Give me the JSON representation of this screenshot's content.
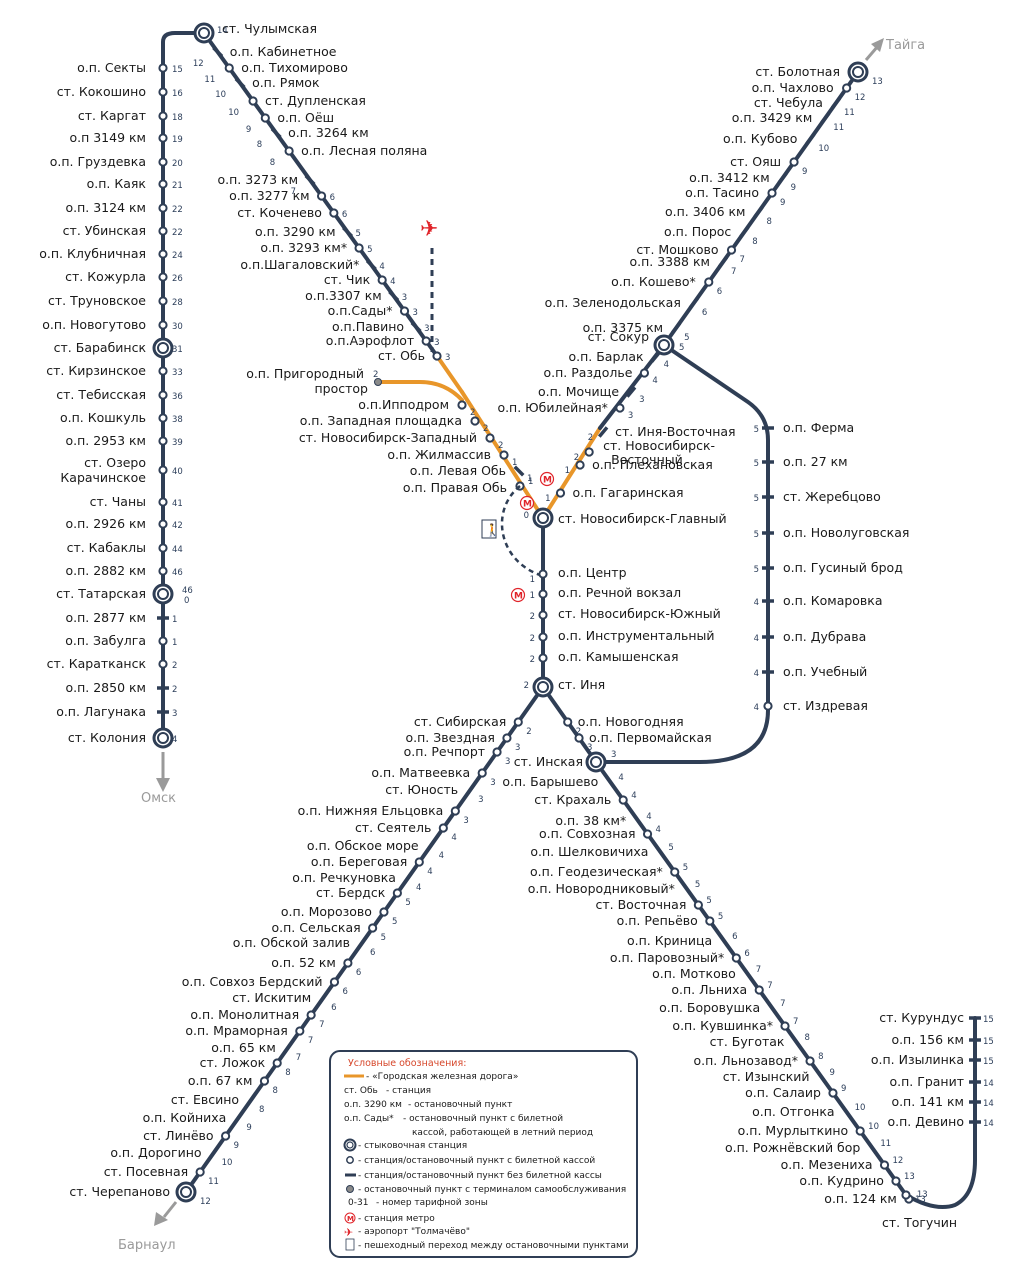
{
  "colors": {
    "line": "#2f3e55",
    "city": "#e8962a",
    "red": "#e0242a",
    "dir": "#9a9a9a"
  },
  "directions": {
    "omsk": "Омск",
    "taiga": "Тайга",
    "barnaul": "Барнаул"
  },
  "west": [
    {
      "name": "ст. Чулымская",
      "zone": "14",
      "type": "junction"
    },
    {
      "name": "о.п. Секты",
      "zone": "15",
      "type": "point"
    },
    {
      "name": "ст. Кокошино",
      "zone": "16",
      "type": "point"
    },
    {
      "name": "ст. Каргат",
      "zone": "18",
      "type": "point"
    },
    {
      "name": "о.п 3149 км",
      "zone": "19",
      "type": "point"
    },
    {
      "name": "о.п. Груздевка",
      "zone": "20",
      "type": "point"
    },
    {
      "name": "о.п. Каяк",
      "zone": "21",
      "type": "point"
    },
    {
      "name": "о.п. 3124 км",
      "zone": "22",
      "type": "point"
    },
    {
      "name": "ст. Убинская",
      "zone": "22",
      "type": "point"
    },
    {
      "name": "о.п. Клубничная",
      "zone": "24",
      "type": "point"
    },
    {
      "name": "ст. Кожурла",
      "zone": "26",
      "type": "point"
    },
    {
      "name": "ст. Труновское",
      "zone": "28",
      "type": "point"
    },
    {
      "name": "о.п. Новогутово",
      "zone": "30",
      "type": "point"
    },
    {
      "name": "ст. Барабинск",
      "zone": "31",
      "type": "junction"
    },
    {
      "name": "ст. Кирзинское",
      "zone": "33",
      "type": "point"
    },
    {
      "name": "ст. Тебисская",
      "zone": "36",
      "type": "point"
    },
    {
      "name": "о.п. Кошкуль",
      "zone": "38",
      "type": "point"
    },
    {
      "name": "о.п. 2953 км",
      "zone": "39",
      "type": "point"
    },
    {
      "name": "ст. Озеро Карачинское",
      "zone": "40",
      "type": "point"
    },
    {
      "name": "ст. Чаны",
      "zone": "41",
      "type": "point"
    },
    {
      "name": "о.п. 2926 км",
      "zone": "42",
      "type": "point"
    },
    {
      "name": "ст. Кабаклы",
      "zone": "44",
      "type": "point"
    },
    {
      "name": "о.п. 2882 км",
      "zone": "46",
      "type": "point"
    },
    {
      "name": "ст. Татарская",
      "zone": "46 0",
      "type": "junction"
    },
    {
      "name": "о.п. 2877 км",
      "zone": "1",
      "type": "tick"
    },
    {
      "name": "о.п. Забулга",
      "zone": "1",
      "type": "point"
    },
    {
      "name": "ст. Караткан­ск",
      "zone": "2",
      "type": "point"
    },
    {
      "name": "о.п. 2850 км",
      "zone": "2",
      "type": "tick"
    },
    {
      "name": "о.п. Лагунака",
      "zone": "3",
      "type": "tick"
    },
    {
      "name": "ст. Колония",
      "zone": "4",
      "type": "junction"
    }
  ],
  "northwest": [
    {
      "name": "о.п. Кабинетное",
      "zone": "12"
    },
    {
      "name": "о.п. Тихомирово",
      "zone": "11"
    },
    {
      "name": "о.п. Рямок",
      "zone": "10"
    },
    {
      "name": "ст. Дупленская",
      "zone": "10"
    },
    {
      "name": "о.п. Оёш",
      "zone": "9"
    },
    {
      "name": "о.п. 3264 км",
      "zone": "8"
    },
    {
      "name": "о.п. Лесная поляна",
      "zone": "8"
    },
    {
      "name": "о.п. 3273 км",
      "zone": "7"
    },
    {
      "name": "о.п. 3277 км",
      "zone": "6"
    },
    {
      "name": "ст. Коченево",
      "zone": "6"
    },
    {
      "name": "о.п. 3290 км",
      "zone": "5"
    },
    {
      "name": "о.п. 3293 км*",
      "zone": "5"
    },
    {
      "name": "о.п.Шагаловский*",
      "zone": "4"
    },
    {
      "name": "ст. Чик",
      "zone": "4"
    },
    {
      "name": "о.п.3307 км",
      "zone": "3"
    },
    {
      "name": "о.п.Сады*",
      "zone": "3"
    },
    {
      "name": "о.п.Павино",
      "zone": "3"
    },
    {
      "name": "о.п.Аэрофлот",
      "zone": "3"
    },
    {
      "name": "ст. Обь",
      "zone": "3"
    }
  ],
  "city_west": [
    {
      "name": "о.п. Пригородный простор",
      "zone": "2"
    },
    {
      "name": "о.п.Ипподром",
      "zone": "2"
    },
    {
      "name": "о.п. Западная площадка",
      "zone": "2"
    },
    {
      "name": "ст. Новосибирск-Западный",
      "zone": "2"
    },
    {
      "name": "о.п. Жилмассив",
      "zone": "1"
    },
    {
      "name": "о.п. Левая Обь",
      "zone": "1"
    },
    {
      "name": "о.п. Правая Обь",
      "zone": "1"
    }
  ],
  "hub": {
    "name": "ст. Новосибирск-Главный",
    "zone": "0"
  },
  "city_east": [
    {
      "name": "о.п. Гагаринская",
      "zone": "1"
    },
    {
      "name": "о.п. Плехановская",
      "zone": "1"
    },
    {
      "name": "ст. Новосибирск-Восточный",
      "zone": "2"
    },
    {
      "name": "ст. Иня-Восточная",
      "zone": "2"
    },
    {
      "name": "о.п. Юбилейная*",
      "zone": "3"
    },
    {
      "name": "о.п. Мочище",
      "zone": "3"
    },
    {
      "name": "о.п. Раздолье",
      "zone": "4"
    },
    {
      "name": "о.п. Барлак",
      "zone": "4"
    },
    {
      "name": "ст. Сокур",
      "zone": "5"
    }
  ],
  "northeast": [
    {
      "name": "о.п. 3375 км",
      "zone": "5"
    },
    {
      "name": "о.п. Зеленодольская",
      "zone": "6"
    },
    {
      "name": "о.п. Кошево*",
      "zone": "6"
    },
    {
      "name": "о.п. 3388 км",
      "zone": "7"
    },
    {
      "name": "ст. Мошково",
      "zone": "7"
    },
    {
      "name": "о.п. Порос",
      "zone": "8"
    },
    {
      "name": "о.п. 3406 км",
      "zone": "8"
    },
    {
      "name": "о.п. Тасино",
      "zone": "9"
    },
    {
      "name": "о.п. 3412 км",
      "zone": "9"
    },
    {
      "name": "ст. Ояш",
      "zone": "9"
    },
    {
      "name": "о.п. Кубово",
      "zone": "10"
    },
    {
      "name": "о.п. 3429 км",
      "zone": "11"
    },
    {
      "name": "ст. Чебула",
      "zone": "11"
    },
    {
      "name": "о.п. Чахлово",
      "zone": "12"
    },
    {
      "name": "ст. Болотная",
      "zone": "13"
    }
  ],
  "east_loop": [
    {
      "name": "о.п. Ферма",
      "zone": "5"
    },
    {
      "name": "о.п. 27 км",
      "zone": "5"
    },
    {
      "name": "ст. Жеребцово",
      "zone": "5"
    },
    {
      "name": "о.п. Новолуговская",
      "zone": "5"
    },
    {
      "name": "о.п. Гусиный брод",
      "zone": "5"
    },
    {
      "name": "о.п. Комаровка",
      "zone": "4"
    },
    {
      "name": "о.п. Дубрава",
      "zone": "4"
    },
    {
      "name": "о.п. Учебный",
      "zone": "4"
    },
    {
      "name": "ст. Издревая",
      "zone": "4"
    }
  ],
  "south_city": [
    {
      "name": "о.п. Центр",
      "zone": "1"
    },
    {
      "name": "о.п. Речной вокзал",
      "zone": "1"
    },
    {
      "name": "ст. Новосибирск-Южный",
      "zone": "2"
    },
    {
      "name": "о.п. Инструментальный",
      "zone": "2"
    },
    {
      "name": "о.п. Камышенская",
      "zone": "2"
    },
    {
      "name": "ст. Иня",
      "zone": "2"
    }
  ],
  "southwest": [
    {
      "name": "ст. Сибирская",
      "zone": "2"
    },
    {
      "name": "о.п. Звездная",
      "zone": "3"
    },
    {
      "name": "о.п. Речпорт",
      "zone": "3"
    },
    {
      "name": "о.п. Матвеевка",
      "zone": "3"
    },
    {
      "name": "ст. Юность",
      "zone": "3"
    },
    {
      "name": "о.п. Нижняя Ельцовка",
      "zone": "3"
    },
    {
      "name": "ст. Сеятель",
      "zone": "4"
    },
    {
      "name": "о.п. Обское море",
      "zone": "4"
    },
    {
      "name": "о.п. Береговая",
      "zone": "4"
    },
    {
      "name": "о.п. Речкуновка",
      "zone": "4"
    },
    {
      "name": "ст. Бердск",
      "zone": "5"
    },
    {
      "name": "о.п. Морозово",
      "zone": "5"
    },
    {
      "name": "о.п. Сельская",
      "zone": "5"
    },
    {
      "name": "о.п. Обской залив",
      "zone": "6"
    },
    {
      "name": "о.п. 52 км",
      "zone": "6"
    },
    {
      "name": "о.п. Совхоз Бердский",
      "zone": "6"
    },
    {
      "name": "ст. Искитим",
      "zone": "6"
    },
    {
      "name": "о.п. Монолитная",
      "zone": "7"
    },
    {
      "name": "о.п. Мраморная",
      "zone": "7"
    },
    {
      "name": "о.п. 65 км",
      "zone": "7"
    },
    {
      "name": "ст. Ложок",
      "zone": "8"
    },
    {
      "name": "о.п. 67 км",
      "zone": "8"
    },
    {
      "name": "ст. Евсино",
      "zone": "8"
    },
    {
      "name": "о.п. Койниха",
      "zone": "9"
    },
    {
      "name": "ст. Линёво",
      "zone": "9"
    },
    {
      "name": "о.п. Дорогино",
      "zone": "10"
    },
    {
      "name": "ст. Посевная",
      "zone": "11"
    },
    {
      "name": "ст. Черепаново",
      "zone": "12"
    }
  ],
  "southeast": [
    {
      "name": "о.п. Новогодняя",
      "zone": "2"
    },
    {
      "name": "о.п. Первомайская",
      "zone": "3"
    },
    {
      "name": "ст. Инская",
      "zone": "3"
    },
    {
      "name": "о.п. Барышево",
      "zone": "4"
    },
    {
      "name": "ст. Крахаль",
      "zone": "4"
    },
    {
      "name": "о.п. 38 км*",
      "zone": "4"
    },
    {
      "name": "о.п. Совхозная",
      "zone": "4"
    },
    {
      "name": "о.п. Шелковичиха",
      "zone": "5"
    },
    {
      "name": "о.п. Геодезическая*",
      "zone": "5"
    },
    {
      "name": "о.п. Новородниковый*",
      "zone": "5"
    },
    {
      "name": "ст. Восточная",
      "zone": "5"
    },
    {
      "name": "о.п. Репьёво",
      "zone": "5"
    },
    {
      "name": "о.п. Криница",
      "zone": "6"
    },
    {
      "name": "о.п. Паровозный*",
      "zone": "6"
    },
    {
      "name": "о.п. Мотково",
      "zone": "7"
    },
    {
      "name": "о.п. Льниха",
      "zone": "7"
    },
    {
      "name": "о.п. Боровушка",
      "zone": "7"
    },
    {
      "name": "о.п. Кувшинка*",
      "zone": "7"
    },
    {
      "name": "ст. Буготак",
      "zone": "8"
    },
    {
      "name": "о.п. Льнозавод*",
      "zone": "8"
    },
    {
      "name": "ст. Изынский",
      "zone": "9"
    },
    {
      "name": "о.п. Салаир",
      "zone": "9"
    },
    {
      "name": "о.п. Отгонка",
      "zone": "10"
    },
    {
      "name": "о.п. Мурлыткино",
      "zone": "10"
    },
    {
      "name": "о.п. Рожнёвский бор",
      "zone": "11"
    },
    {
      "name": "о.п. Мезениха",
      "zone": "12"
    },
    {
      "name": "о.п. Кудрино",
      "zone": "13"
    },
    {
      "name": "о.п. 124 км",
      "zone": "13"
    },
    {
      "name": "ст. Тогучин",
      "zone": "13"
    }
  ],
  "toguchin_branch": [
    {
      "name": "ст. Курундус",
      "zone": "15"
    },
    {
      "name": "о.п. 156 км",
      "zone": "15"
    },
    {
      "name": "о.п. Изылинка",
      "zone": "15"
    },
    {
      "name": "о.п. Гранит",
      "zone": "14"
    },
    {
      "name": "о.п. 141 км",
      "zone": "14"
    },
    {
      "name": "о.п. Девино",
      "zone": "14"
    }
  ],
  "legend": {
    "title": "Условные обозначения:",
    "items": [
      "- «Городская железная дорога»",
      "- станция",
      "- остановочный пункт",
      "- остановочный пункт с билетной",
      "кассой, работающей в летний период",
      "- стыковочная станция",
      "- станция/остановочный пункт с билетной кассой",
      "- станция/остановочный пункт без билетной кассы",
      "- остановочный пункт с терминалом самообслуживания",
      "- номер тарифной зоны",
      "- станция метро",
      "- аэропорт \"Толмачёво\"",
      "- пешеходный переход между остановочными пунктами"
    ],
    "samples": [
      "ст. Обь",
      "о.п. 3290 км",
      "о.п. Сады*",
      "0-31"
    ]
  }
}
